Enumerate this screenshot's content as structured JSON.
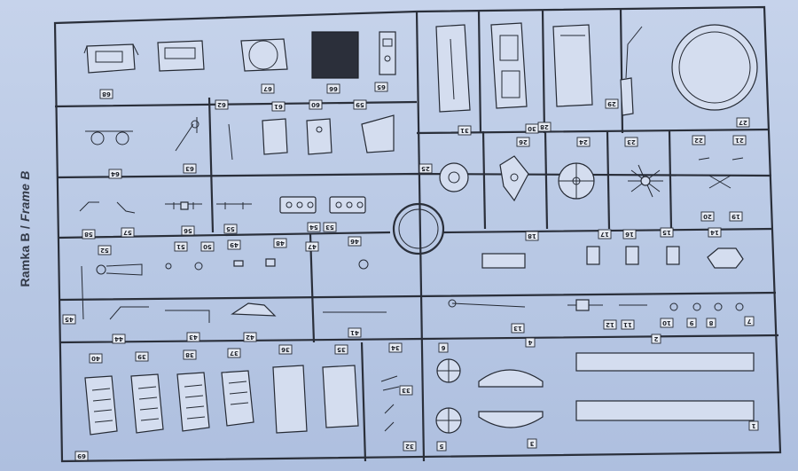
{
  "frame": {
    "title_regular": "Ramka B / ",
    "title_italic": "Frame B"
  },
  "part_numbers": [
    "1",
    "2",
    "3",
    "4",
    "5",
    "6",
    "7",
    "8",
    "9",
    "10",
    "11",
    "12",
    "13",
    "14",
    "15",
    "16",
    "17",
    "18",
    "19",
    "20",
    "21",
    "22",
    "23",
    "24",
    "25",
    "26",
    "27",
    "28",
    "29",
    "30",
    "31",
    "32",
    "33",
    "34",
    "35",
    "36",
    "37",
    "38",
    "39",
    "40",
    "41",
    "42",
    "43",
    "44",
    "45",
    "46",
    "47",
    "48",
    "49",
    "50",
    "51",
    "52",
    "53",
    "54",
    "55",
    "56",
    "57",
    "58",
    "59",
    "60",
    "61",
    "62",
    "63",
    "64",
    "65",
    "66",
    "67",
    "68",
    "69"
  ]
}
